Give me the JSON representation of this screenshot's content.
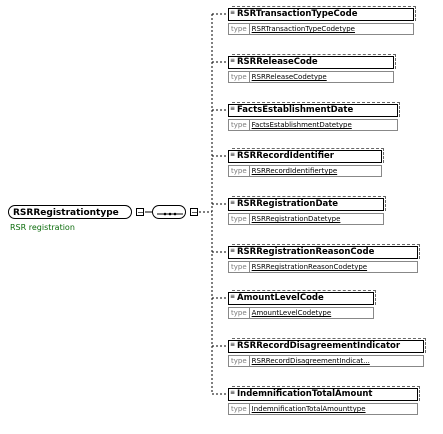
{
  "root": {
    "name": "RSRRegistrationtype",
    "description": "RSR registration"
  },
  "type_label": "type",
  "elements": [
    {
      "name": "RSRTransactionTypeCode",
      "type": "RSRTransactionTypeCodetype"
    },
    {
      "name": "RSRReleaseCode",
      "type": "RSRReleaseCodetype"
    },
    {
      "name": "FactsEstablishmentDate",
      "type": "FactsEstablishmentDatetype"
    },
    {
      "name": "RSRRecordIdentifier",
      "type": "RSRRecordIdentifiertype"
    },
    {
      "name": "RSRRegistrationDate",
      "type": "RSRRegistrationDatetype"
    },
    {
      "name": "RSRRegistrationReasonCode",
      "type": "RSRRegistrationReasonCodetype"
    },
    {
      "name": "AmountLevelCode",
      "type": "AmountLevelCodetype"
    },
    {
      "name": "RSRRecordDisagreementIndicator",
      "type": "RSRRecordDisagreementIndicat..."
    },
    {
      "name": "IndemnificationTotalAmount",
      "type": "IndemnificationTotalAmounttype"
    }
  ]
}
